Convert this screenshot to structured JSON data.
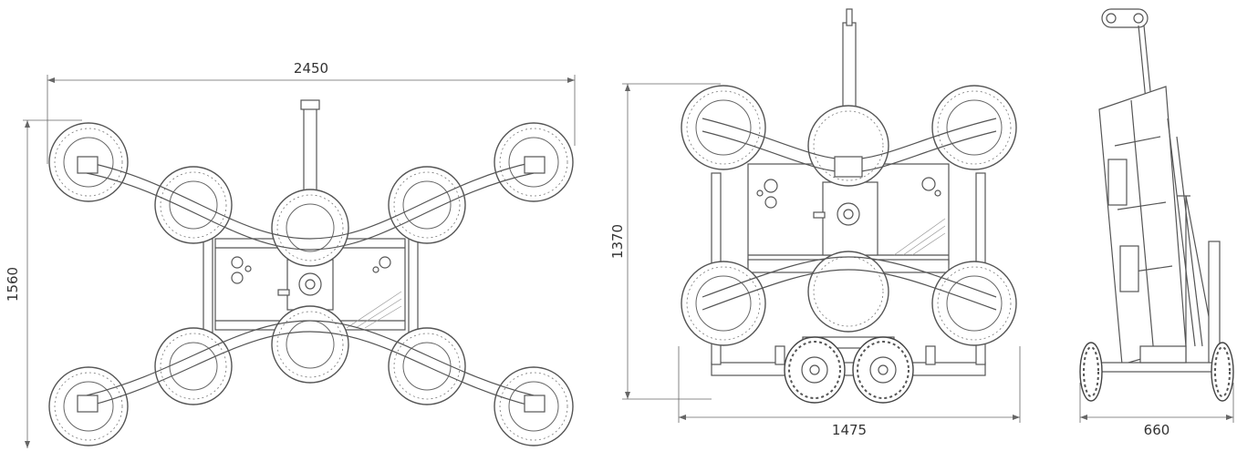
{
  "dimensions": {
    "top_width": "2450",
    "top_height": "1560",
    "front_height": "1370",
    "front_width": "1475",
    "side_width": "660"
  },
  "colors": {
    "line": "#555555",
    "background": "#ffffff",
    "text": "#333333"
  }
}
